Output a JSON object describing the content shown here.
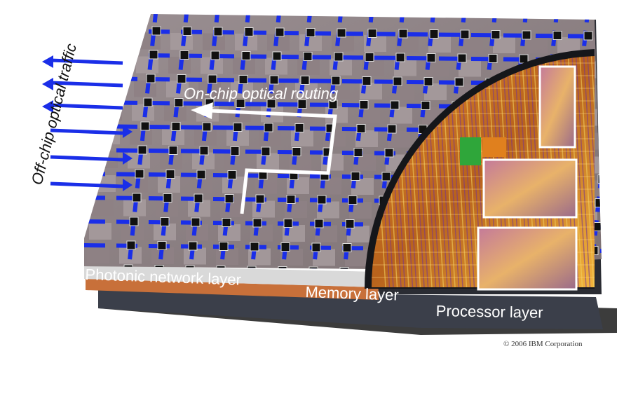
{
  "labels": {
    "photonic_layer": "Photonic network layer",
    "memory_layer": "Memory layer",
    "processor_layer": "Processor layer",
    "on_chip_routing": "On-chip optical routing",
    "off_chip_traffic": "Off-chip optical traffic"
  },
  "copyright": "© 2006 IBM Corporation",
  "colors": {
    "waveguide": "#1a2ee8",
    "grid_tile": "#8a7d7f",
    "memory": "#c8703a",
    "processor_base": "#3b3f4a",
    "shadow": "#1a1a1a"
  }
}
